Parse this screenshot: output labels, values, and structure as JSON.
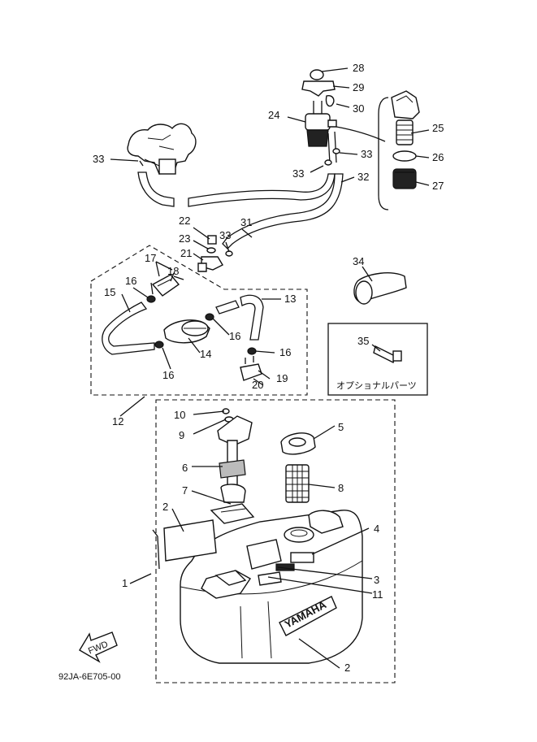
{
  "diagram_code": "92JA-6E705-00",
  "optional_parts_label": "オプショナルパーツ",
  "brand_text": "YAMAHA",
  "fwd_text": "FWD",
  "callouts": [
    "1",
    "2",
    "2",
    "3",
    "4",
    "5",
    "6",
    "7",
    "8",
    "9",
    "10",
    "11",
    "12",
    "13",
    "14",
    "15",
    "16",
    "16",
    "16",
    "16",
    "17",
    "18",
    "19",
    "20",
    "21",
    "22",
    "23",
    "24",
    "25",
    "26",
    "27",
    "28",
    "29",
    "30",
    "31",
    "32",
    "33",
    "33",
    "33",
    "33",
    "34",
    "35"
  ]
}
